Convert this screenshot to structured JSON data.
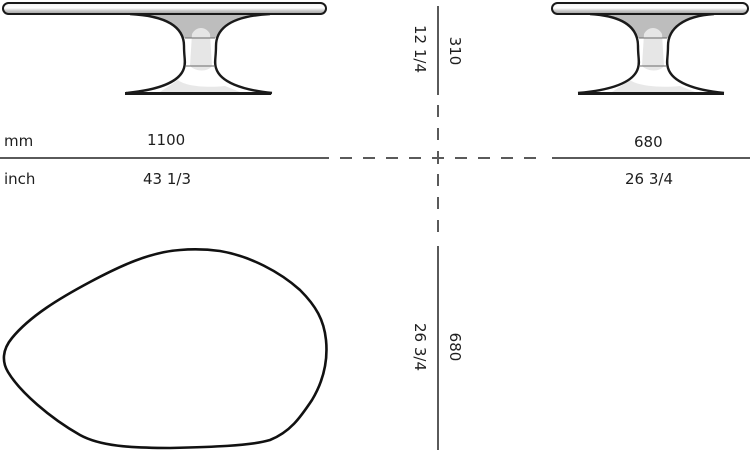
{
  "units": {
    "metric_label": "mm",
    "imperial_label": "inch"
  },
  "dimensions": {
    "front_length_mm": "1100",
    "front_length_inch": "43 1/3",
    "side_depth_mm": "680",
    "side_depth_inch": "26 3/4",
    "height_mm": "310",
    "height_inch": "12 1/4",
    "top_depth_mm": "680",
    "top_depth_inch": "26 3/4"
  },
  "views": {
    "front": "front-elevation",
    "side": "side-elevation",
    "top": "top-plan"
  },
  "colors": {
    "outline": "#1a1a1a",
    "dimension_line": "#5a5a5a",
    "shade_dark": "#b9b9b9",
    "shade_light": "#e2e2e2",
    "background": "#ffffff"
  }
}
